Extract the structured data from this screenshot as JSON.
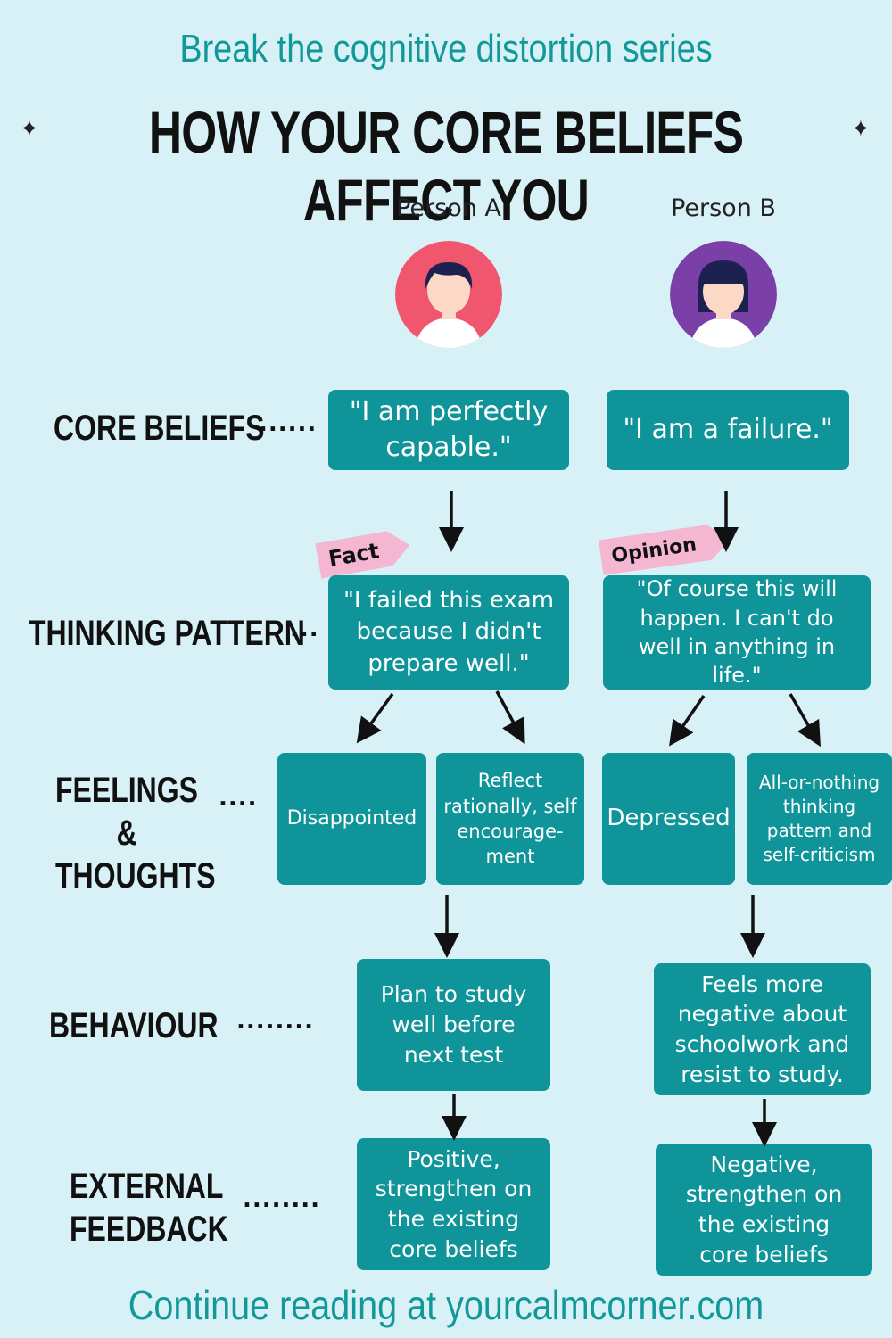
{
  "header": {
    "subtitle": "Break the cognitive distortion series",
    "title": "HOW YOUR CORE BELIEFS AFFECT YOU",
    "sparkle_icon": "four-point-star"
  },
  "persons": {
    "a": {
      "label": "Person A",
      "avatar_color": "#f0566e",
      "hair_color": "#1c2150"
    },
    "b": {
      "label": "Person B",
      "avatar_color": "#7b3fa8",
      "hair_color": "#1c2150"
    }
  },
  "rows": {
    "core_beliefs": {
      "label": "CORE BELIEFS",
      "dots": "......"
    },
    "thinking_pattern": {
      "label": "THINKING PATTERN",
      "dots": "..."
    },
    "feelings": {
      "label_line1": "FEELINGS &",
      "label_line2": "THOUGHTS",
      "dots": "...."
    },
    "behaviour": {
      "label": "BEHAVIOUR",
      "dots": "........"
    },
    "feedback": {
      "label_line1": "EXTERNAL",
      "label_line2": "FEEDBACK",
      "dots": "........"
    }
  },
  "tags": {
    "fact": "Fact",
    "opinion": "Opinion"
  },
  "boxes": {
    "a_core": "\"I am perfectly capable.\"",
    "b_core": "\"I am a failure.\"",
    "a_thinking": "\"I failed this exam because I didn't prepare well.\"",
    "b_thinking": "\"Of course this will happen. I can't do well in anything in life.\"",
    "a_feel_1": "Disappointed",
    "a_feel_2": "Reflect rationally, self encourage-ment",
    "b_feel_1": "Depressed",
    "b_feel_2": "All-or-nothing thinking pattern and self-criticism",
    "a_behaviour": "Plan to study well before next test",
    "b_behaviour": "Feels more negative about schoolwork and resist to study.",
    "a_feedback": "Positive, strengthen on the existing core beliefs",
    "b_feedback": "Negative, strengthen on the existing core beliefs"
  },
  "footer": {
    "text": "Continue reading at yourcalmcorner.com"
  },
  "colors": {
    "background": "#d8f1f7",
    "box": "#0f9599",
    "accent_text": "#13989a",
    "tag": "#f4b6d1"
  }
}
